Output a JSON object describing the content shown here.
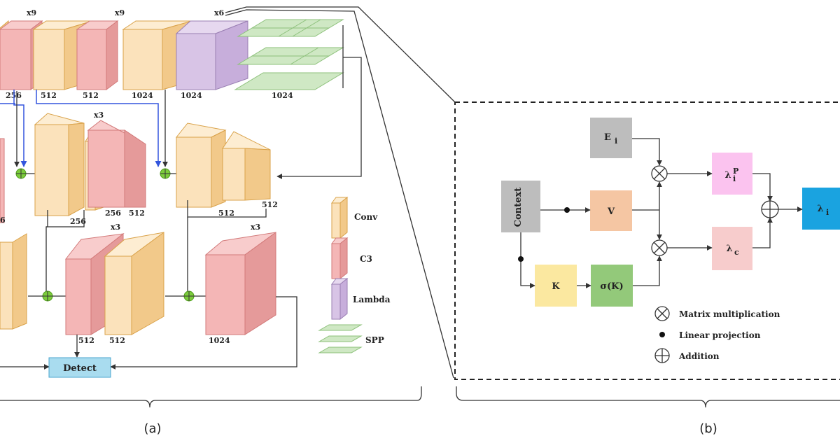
{
  "panel_a": {
    "caption": "(a)",
    "top_row": {
      "multipliers": [
        "x9",
        "x9",
        "x6"
      ],
      "channels": [
        "256",
        "512",
        "512",
        "1024",
        "1024",
        "1024"
      ]
    },
    "middle_row": {
      "multiplier": "x3",
      "channels": [
        "256",
        "256",
        "512",
        "512",
        "512"
      ],
      "side_label": "6"
    },
    "bottom_row": {
      "multipliers": [
        "x3",
        "x3"
      ],
      "channels": [
        "512",
        "512",
        "1024"
      ]
    },
    "detect_label": "Detect",
    "legend": [
      {
        "key": "conv",
        "label": "Conv"
      },
      {
        "key": "c3",
        "label": "C3"
      },
      {
        "key": "lambda",
        "label": "Lambda"
      },
      {
        "key": "spp",
        "label": "SPP"
      }
    ]
  },
  "panel_b": {
    "caption": "(b)",
    "boxes": {
      "e": {
        "main": "E",
        "sub": "i"
      },
      "context": "Context",
      "v": "V",
      "k": "K",
      "sk": "σ(K)",
      "lambda_p": {
        "main": "λ",
        "sub": "i",
        "sup": "P"
      },
      "lambda_c": {
        "main": "λ",
        "sub": "c"
      },
      "lambda_i": {
        "main": "λ",
        "sub": "i"
      }
    },
    "legend": [
      {
        "symbol": "otimes",
        "label": "Matrix multiplication"
      },
      {
        "symbol": "dot",
        "label": "Linear projection"
      },
      {
        "symbol": "oplus",
        "label": "Addition"
      }
    ]
  },
  "colors": {
    "conv": "#fbe2bb",
    "conv_side": "#f2c98a",
    "c3": "#f4b6b6",
    "c3_side": "#e59a9a",
    "lambda": "#d8c4e6",
    "spp": "#cfe8c4",
    "detect": "#a9dcef",
    "concat": "#7ccc3c",
    "e_box": "#bdbdbd",
    "context_box": "#bdbdbd",
    "v_box": "#f5c6a3",
    "k_box": "#fbe8a0",
    "sk_box": "#93c97a",
    "lambda_p_box": "#fbc3ef",
    "lambda_c_box": "#f7cccc",
    "lambda_i_box": "#1aa3e0"
  }
}
